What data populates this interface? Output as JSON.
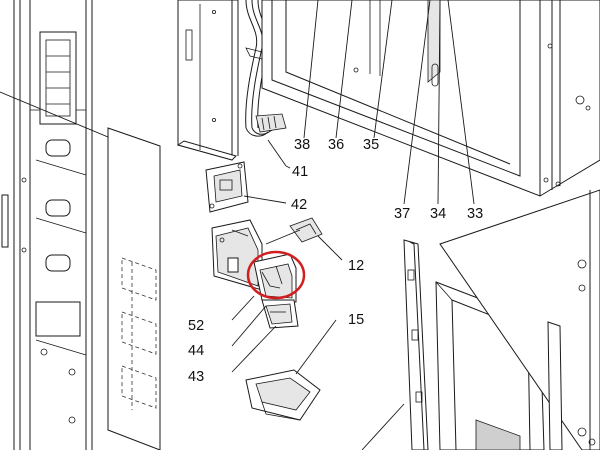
{
  "diagram": {
    "part_labels": {
      "p38": "38",
      "p36": "36",
      "p35": "35",
      "p41": "41",
      "p42": "42",
      "p37": "37",
      "p34": "34",
      "p33": "33",
      "p12": "12",
      "p15": "15",
      "p52": "52",
      "p44": "44",
      "p43": "43"
    },
    "highlight": {
      "target_part": "44",
      "color": "#d11f1f",
      "shape": "ellipse"
    }
  }
}
